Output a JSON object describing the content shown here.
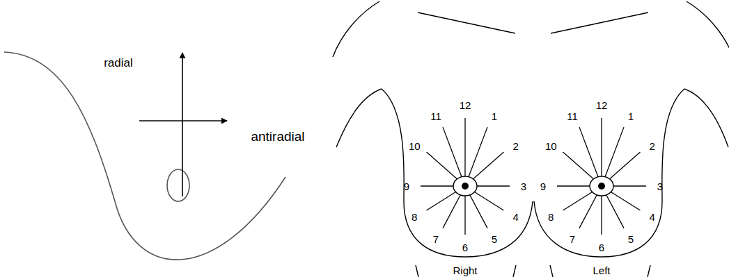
{
  "diagram": {
    "labels": [
      "radial",
      "antiradial",
      "12",
      "1",
      "2",
      "3",
      "4",
      "5",
      "6",
      "7",
      "8",
      "9",
      "10",
      "11",
      "Right",
      "12",
      "1",
      "2",
      "3",
      "4",
      "5",
      "6",
      "7",
      "8",
      "9",
      "10",
      "11",
      "Left"
    ]
  }
}
